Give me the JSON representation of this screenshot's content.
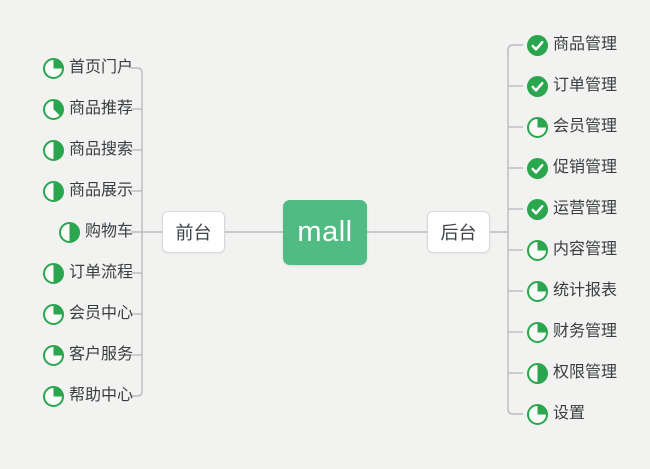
{
  "root": {
    "label": "mall"
  },
  "branches": {
    "left": {
      "node": {
        "label": "前台"
      },
      "items": [
        {
          "label": "首页门户",
          "icon": "pie",
          "progress": 25
        },
        {
          "label": "商品推荐",
          "icon": "pie",
          "progress": 37.5
        },
        {
          "label": "商品搜索",
          "icon": "pie",
          "progress": 50
        },
        {
          "label": "商品展示",
          "icon": "pie",
          "progress": 50
        },
        {
          "label": "购物车",
          "icon": "pie",
          "progress": 50
        },
        {
          "label": "订单流程",
          "icon": "pie",
          "progress": 50
        },
        {
          "label": "会员中心",
          "icon": "pie",
          "progress": 25
        },
        {
          "label": "客户服务",
          "icon": "pie",
          "progress": 25
        },
        {
          "label": "帮助中心",
          "icon": "pie",
          "progress": 25
        }
      ]
    },
    "right": {
      "node": {
        "label": "后台"
      },
      "items": [
        {
          "label": "商品管理",
          "icon": "check"
        },
        {
          "label": "订单管理",
          "icon": "check"
        },
        {
          "label": "会员管理",
          "icon": "pie",
          "progress": 25
        },
        {
          "label": "促销管理",
          "icon": "check"
        },
        {
          "label": "运营管理",
          "icon": "check"
        },
        {
          "label": "内容管理",
          "icon": "pie",
          "progress": 25
        },
        {
          "label": "统计报表",
          "icon": "pie",
          "progress": 25
        },
        {
          "label": "财务管理",
          "icon": "pie",
          "progress": 25
        },
        {
          "label": "权限管理",
          "icon": "pie",
          "progress": 50
        },
        {
          "label": "设置",
          "icon": "pie",
          "progress": 25
        }
      ]
    }
  },
  "colors": {
    "background": "#f2f2f0",
    "accent_green": "#2aa64e",
    "root_green": "#50bc83",
    "line_gray": "#b8bcc2"
  }
}
